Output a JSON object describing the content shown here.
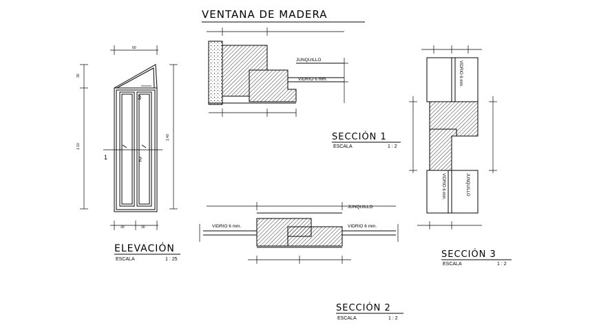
{
  "title": "VENTANA DE MADERA",
  "elevacion": {
    "title": "ELEVACIÓN",
    "scale_label": "ESCALA",
    "scale_value": "1 : 25",
    "mark_1": "1",
    "mark_2": "2",
    "mark_3": "3"
  },
  "seccion1": {
    "title": "SECCIÓN 1",
    "scale_label": "ESCALA",
    "scale_value": "1 : 2",
    "label_junquillo": "JUNQUILLO",
    "label_vidrio": "VIDRIO 6 mm."
  },
  "seccion2": {
    "title": "SECCIÓN 2",
    "scale_label": "ESCALA",
    "scale_value": "1 : 2",
    "label_junquillo": "JUNQUILLO",
    "label_vidrio_left": "VIDRIO 6 mm.",
    "label_vidrio_right": "VIDRIO 6 mm."
  },
  "seccion3": {
    "title": "SECCIÓN 3",
    "scale_label": "ESCALA",
    "scale_value": "1 : 2",
    "label_vidrio_top": "VIDRIO 6 mm.",
    "label_vidrio_bottom": "VIDRIO 6 mm.",
    "label_junquillo": "JUNQUILLO"
  },
  "colors": {
    "ink": "#000000",
    "background": "#ffffff"
  }
}
